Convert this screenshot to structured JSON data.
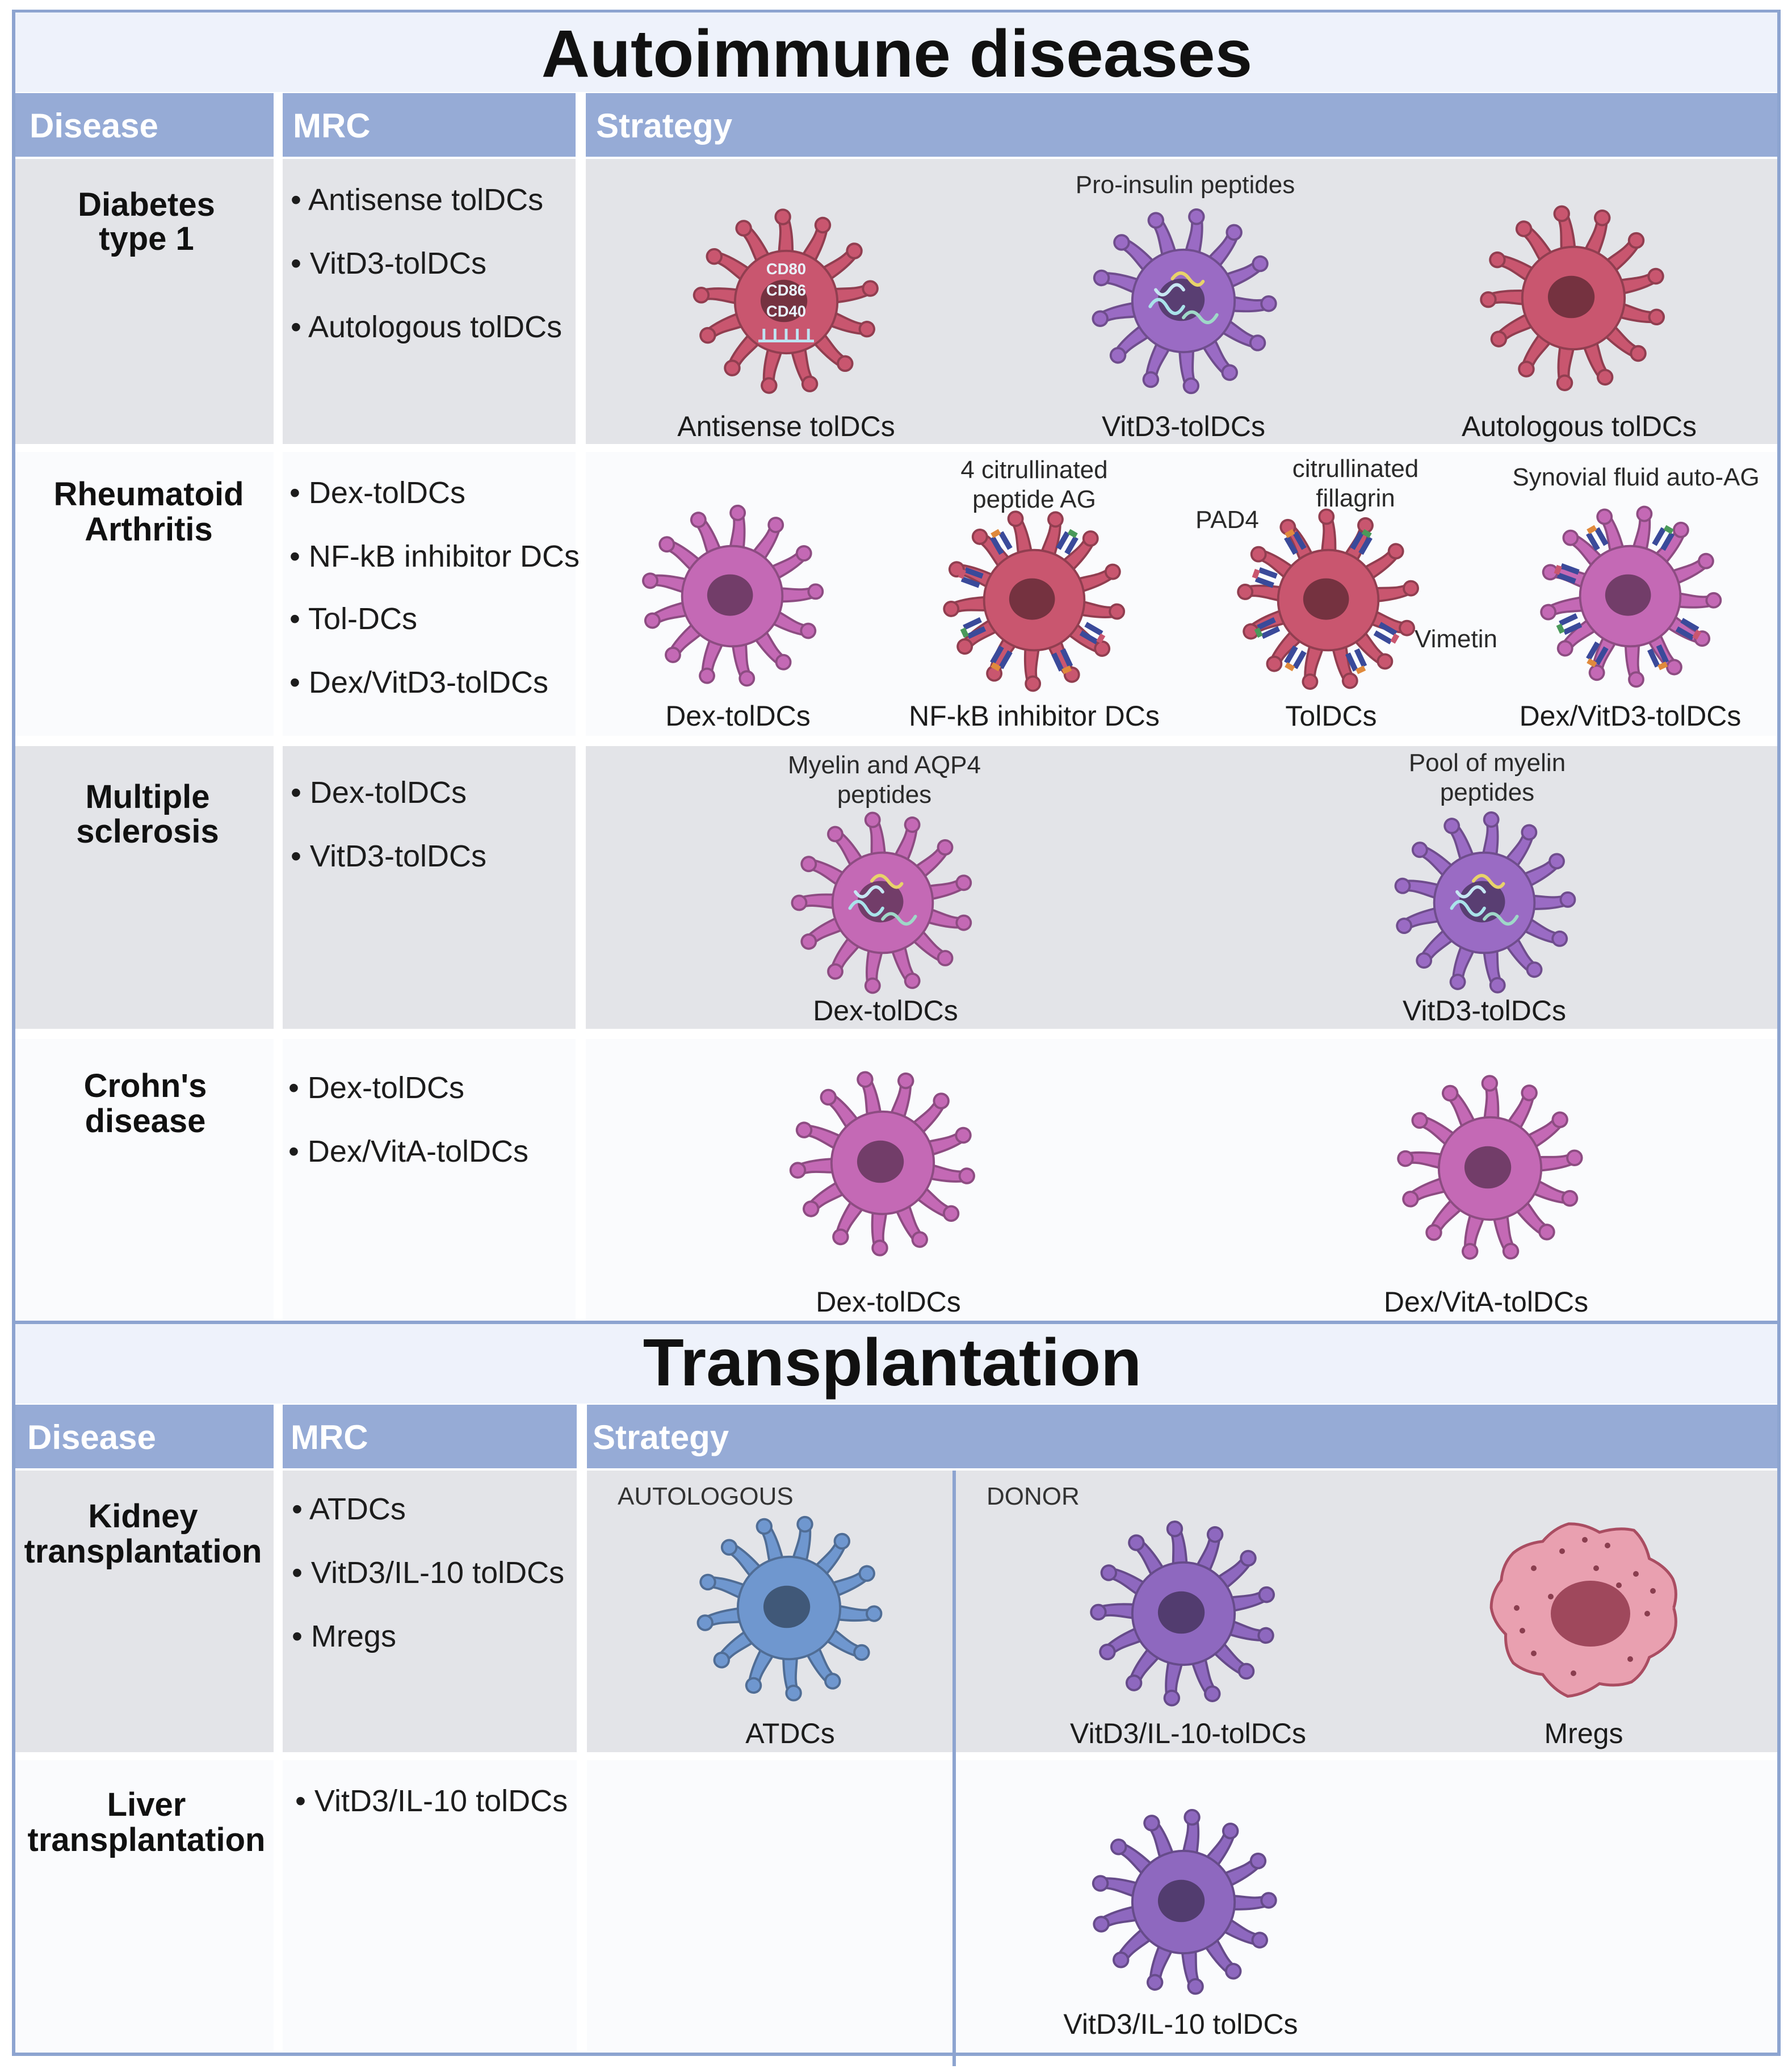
{
  "sections": {
    "autoimmune": {
      "title": "Autoimmune diseases",
      "headers": {
        "disease": "Disease",
        "mrc": "MRC",
        "strategy": "Strategy"
      },
      "rows": [
        {
          "disease": [
            "Diabetes",
            "type 1"
          ],
          "mrc": [
            "Antisense tolDCs",
            "VitD3-tolDCs",
            "Autologous tolDCs"
          ],
          "cells": [
            {
              "caption": "Antisense tolDCs",
              "color": "#c9566f",
              "surface_markers": [
                "CD80",
                "CD86",
                "CD40"
              ]
            },
            {
              "caption": "VitD3-tolDCs",
              "color": "#9a6bc4",
              "top_label": [
                "Pro-insulin peptides"
              ]
            },
            {
              "caption": "Autologous tolDCs",
              "color": "#c9566f"
            }
          ]
        },
        {
          "disease": [
            "Rheumatoid",
            "Arthritis"
          ],
          "mrc": [
            "Dex-tolDCs",
            "NF-kB inhibitor DCs",
            "Tol-DCs",
            "Dex/VitD3-tolDCs"
          ],
          "cells": [
            {
              "caption": "Dex-tolDCs",
              "color": "#c469b5"
            },
            {
              "caption": "NF-kB inhibitor DCs",
              "color": "#c9566f",
              "top_label": [
                "4 citrullinated",
                "peptide AG"
              ]
            },
            {
              "caption": "TolDCs",
              "color": "#c9566f",
              "top_label": [
                "citrullinated",
                "fillagrin"
              ],
              "side_labels": {
                "left": "PAD4",
                "right": "Vimetin"
              }
            },
            {
              "caption": "Dex/VitD3-tolDCs",
              "color": "#c469b5",
              "top_label": [
                "Synovial fluid auto-AG"
              ]
            }
          ]
        },
        {
          "disease": [
            "Multiple",
            "sclerosis"
          ],
          "mrc": [
            "Dex-tolDCs",
            "VitD3-tolDCs"
          ],
          "cells": [
            {
              "caption": "Dex-tolDCs",
              "color": "#c469b5",
              "top_label": [
                "Myelin and AQP4",
                "peptides"
              ]
            },
            {
              "caption": "VitD3-tolDCs",
              "color": "#9a6bc4",
              "top_label": [
                "Pool of myelin",
                "peptides"
              ]
            }
          ]
        },
        {
          "disease": [
            "Crohn's",
            "disease"
          ],
          "mrc": [
            "Dex-tolDCs",
            "Dex/VitA-tolDCs"
          ],
          "cells": [
            {
              "caption": "Dex-tolDCs",
              "color": "#c469b5"
            },
            {
              "caption": "Dex/VitA-tolDCs",
              "color": "#c469b5"
            }
          ]
        }
      ]
    },
    "transplantation": {
      "title": "Transplantation",
      "headers": {
        "disease": "Disease",
        "mrc": "MRC",
        "strategy": "Strategy"
      },
      "strategy_groups": {
        "autologous": "AUTOLOGOUS",
        "donor": "DONOR"
      },
      "rows": [
        {
          "disease": [
            "Kidney",
            "transplantation"
          ],
          "mrc": [
            "ATDCs",
            "VitD3/IL-10 tolDCs",
            "Mregs"
          ],
          "cells": [
            {
              "caption": "ATDCs",
              "color": "#6f97cf",
              "group": "autologous"
            },
            {
              "caption": "VitD3/IL-10-tolDCs",
              "color": "#8e68bf",
              "group": "donor"
            },
            {
              "caption": "Mregs",
              "color": "#d4607a",
              "group": "donor",
              "shape": "round"
            }
          ]
        },
        {
          "disease": [
            "Liver",
            "transplantation"
          ],
          "mrc": [
            "VitD3/IL-10 tolDCs"
          ],
          "cells": [
            {
              "caption": "VitD3/IL-10 tolDCs",
              "color": "#8e68bf",
              "group": "donor"
            }
          ]
        }
      ]
    }
  },
  "colors": {
    "header_bar": "#96abd6",
    "row_gray": "#e3e4e8",
    "row_white": "#fafbfd",
    "title_bg": "#eef2fb",
    "border": "#8da4d0"
  }
}
